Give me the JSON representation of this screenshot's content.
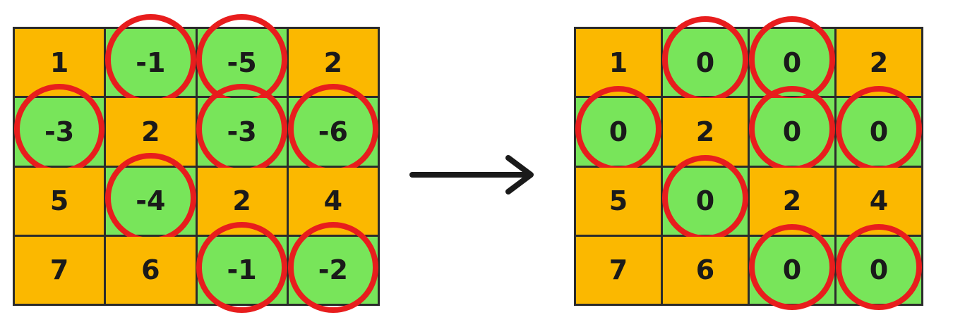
{
  "left_grid": {
    "rows": [
      [
        {
          "v": "1",
          "c": "orange"
        },
        {
          "v": "-1",
          "c": "green",
          "ring": true
        },
        {
          "v": "-5",
          "c": "green",
          "ring": true
        },
        {
          "v": "2",
          "c": "orange"
        }
      ],
      [
        {
          "v": "-3",
          "c": "green",
          "ring": true
        },
        {
          "v": "2",
          "c": "orange"
        },
        {
          "v": "-3",
          "c": "green",
          "ring": true
        },
        {
          "v": "-6",
          "c": "green",
          "ring": true
        }
      ],
      [
        {
          "v": "5",
          "c": "orange"
        },
        {
          "v": "-4",
          "c": "green",
          "ring": true
        },
        {
          "v": "2",
          "c": "orange"
        },
        {
          "v": "4",
          "c": "orange"
        }
      ],
      [
        {
          "v": "7",
          "c": "orange"
        },
        {
          "v": "6",
          "c": "orange"
        },
        {
          "v": "-1",
          "c": "green",
          "ring": true
        },
        {
          "v": "-2",
          "c": "green",
          "ring": true
        }
      ]
    ]
  },
  "right_grid": {
    "rows": [
      [
        {
          "v": "1",
          "c": "orange"
        },
        {
          "v": "0",
          "c": "green",
          "ring": true
        },
        {
          "v": "0",
          "c": "green",
          "ring": true
        },
        {
          "v": "2",
          "c": "orange"
        }
      ],
      [
        {
          "v": "0",
          "c": "green",
          "ring": true
        },
        {
          "v": "2",
          "c": "orange"
        },
        {
          "v": "0",
          "c": "green",
          "ring": true
        },
        {
          "v": "0",
          "c": "green",
          "ring": true
        }
      ],
      [
        {
          "v": "5",
          "c": "orange"
        },
        {
          "v": "0",
          "c": "green",
          "ring": true
        },
        {
          "v": "2",
          "c": "orange"
        },
        {
          "v": "4",
          "c": "orange"
        }
      ],
      [
        {
          "v": "7",
          "c": "orange"
        },
        {
          "v": "6",
          "c": "orange"
        },
        {
          "v": "0",
          "c": "green",
          "ring": true
        },
        {
          "v": "0",
          "c": "green",
          "ring": true
        }
      ]
    ]
  },
  "colors": {
    "orange": "#fbb800",
    "green": "#78e55a",
    "ring": "#e81d1d",
    "border": "#2b2b2b",
    "arrow": "#1a1a1a"
  },
  "arrow_icon": "right-arrow-icon"
}
